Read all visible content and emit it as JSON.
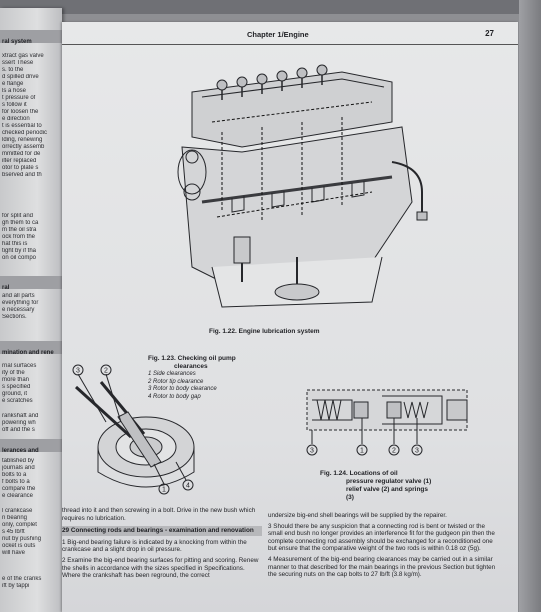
{
  "header": {
    "title": "Chapter 1/Engine",
    "page_number": "27"
  },
  "figures": {
    "engine": {
      "caption": "Fig. 1.22. Engine lubrication system"
    },
    "pump": {
      "caption_line1": "Fig. 1.23. Checking oil pump",
      "caption_line2": "clearances",
      "legend": [
        "1  Side clearances",
        "2  Rotor tip clearance",
        "3  Rotor to body clearance",
        "4  Rotor to body gap"
      ],
      "callouts": [
        "3",
        "2",
        "1",
        "4"
      ]
    },
    "valve": {
      "caption_line1": "Fig. 1.24. Locations of oil",
      "caption_line2": "pressure regulator valve (1)",
      "caption_line3": "relief valve (2) and springs",
      "caption_line4": "(3)",
      "callouts": [
        "3",
        "1",
        "2",
        "3"
      ]
    }
  },
  "left_column": {
    "lead": "thread into it and then screwing in a bolt. Drive in the new bush which requires no lubrication.",
    "section_title": "29 Connecting rods and bearings - examination and renovation",
    "para1": "1  Big-end bearing failure is indicated by a knocking from within the crankcase and a slight drop in oil pressure.",
    "para2": "2  Examine the big-end bearing surfaces for pitting and scoring. Renew the shells in accordance with the sizes specified in Specifications. Where the crankshaft has been reground, the correct"
  },
  "right_column": {
    "para0": "undersize big-end shell bearings will be supplied by the repairer.",
    "para3": "3  Should there be any suspicion that a connecting rod is bent or twisted or the small end bush no longer provides an interference fit for the gudgeon pin then the complete connecting rod assembly should be exchanged for a reconditioned one but ensure that the comparative weight of the two rods is within 0.18 oz (5g).",
    "para4": "4  Measurement of the big-end bearing clearances may be carried out in a similar manner to that described for the main bearings in the previous Section but tighten the securing nuts on the cap bolts to 27 lb/ft (3.8 kg/m)."
  },
  "previous_page": {
    "band1": "ral  system",
    "band2": "ral",
    "band3": "mination and rene",
    "fragments_top": [
      "xtract gas valve",
      "ssert  These",
      "s. to the",
      "d spilled drive",
      "e flange",
      "ls a hose",
      "t pressure of",
      "s follow it",
      "for loosen the",
      "e direction",
      "t is essential to",
      "checked periodic",
      "lding, renewing",
      "orrectly assemb",
      "mmitted for de",
      "ilter replaced",
      "otor to plate s",
      "bserved and th"
    ],
    "fragments_mid": [
      "for split and",
      "gh them to ca",
      "m the oil stra",
      "ock  from the",
      "hat this is",
      "tight by if tha",
      "on oil compo"
    ],
    "fragments_lower": [
      "and all parts",
      "everything for",
      "e necessary",
      "Sections."
    ],
    "fragments_bottom1": [
      "rnal surfaces",
      "ity  of the",
      "more than",
      "s specified",
      "ground, it",
      "e scratches"
    ],
    "fragments_bottom2": [
      "rankshaft and",
      "powering wh",
      "off and the s"
    ],
    "band4": "lerances and",
    "fragments_bottom3": [
      "tablished by",
      "journals and",
      "bolts to a",
      "f  bolts to a",
      "compare the",
      "e clearance"
    ],
    "fragments_bottom4": [
      "l crankcase",
      "n bearing",
      "only, complet",
      "s 45 lb/ft",
      "nut by pushing",
      "ocket is outs",
      "will have"
    ],
    "fragments_bottom5": [
      "e of the cranks",
      "ift by tappi"
    ]
  }
}
